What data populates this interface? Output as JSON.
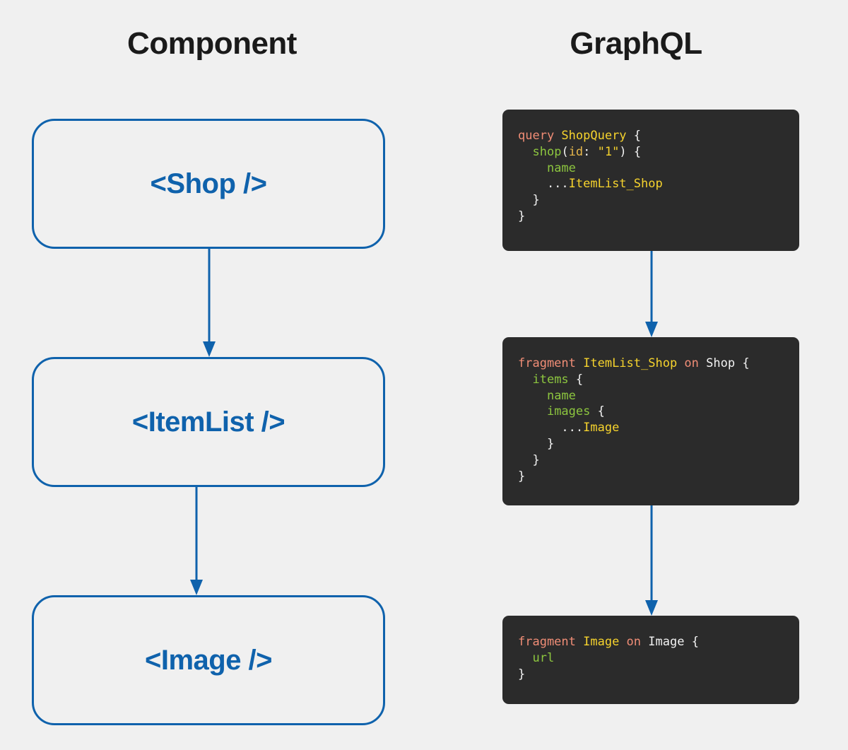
{
  "columns": {
    "left_heading": "Component",
    "right_heading": "GraphQL"
  },
  "colors": {
    "background": "#f0f0f0",
    "accent_blue": "#0f62ac",
    "heading_text": "#1a1a1a",
    "code_background": "#2b2b2b",
    "code_keyword": "#f08d76",
    "code_name": "#f6d32d",
    "code_field": "#8dc63f",
    "code_argument": "#e8b84b",
    "code_punctuation": "#f2f2f2"
  },
  "component_boxes": [
    {
      "label": "<Shop />"
    },
    {
      "label": "<ItemList />"
    },
    {
      "label": "<Image />"
    }
  ],
  "code_blocks": [
    {
      "name": "shop-query",
      "lines": [
        [
          {
            "t": "query ",
            "c": "key"
          },
          {
            "t": "ShopQuery",
            "c": "name"
          },
          {
            "t": " {",
            "c": "pun"
          }
        ],
        [
          {
            "t": "  ",
            "c": "pun"
          },
          {
            "t": "shop",
            "c": "fld"
          },
          {
            "t": "(",
            "c": "pun"
          },
          {
            "t": "id",
            "c": "arg"
          },
          {
            "t": ": ",
            "c": "pun"
          },
          {
            "t": "\"1\"",
            "c": "str"
          },
          {
            "t": ") {",
            "c": "pun"
          }
        ],
        [
          {
            "t": "    ",
            "c": "pun"
          },
          {
            "t": "name",
            "c": "fld"
          }
        ],
        [
          {
            "t": "    ...",
            "c": "pun"
          },
          {
            "t": "ItemList_Shop",
            "c": "name"
          }
        ],
        [
          {
            "t": "  }",
            "c": "pun"
          }
        ],
        [
          {
            "t": "}",
            "c": "pun"
          }
        ]
      ]
    },
    {
      "name": "itemlist-shop-fragment",
      "lines": [
        [
          {
            "t": "fragment ",
            "c": "key"
          },
          {
            "t": "ItemList_Shop",
            "c": "name"
          },
          {
            "t": " on ",
            "c": "key"
          },
          {
            "t": "Shop",
            "c": "type"
          },
          {
            "t": " {",
            "c": "pun"
          }
        ],
        [
          {
            "t": "  ",
            "c": "pun"
          },
          {
            "t": "items",
            "c": "fld"
          },
          {
            "t": " {",
            "c": "pun"
          }
        ],
        [
          {
            "t": "    ",
            "c": "pun"
          },
          {
            "t": "name",
            "c": "fld"
          }
        ],
        [
          {
            "t": "    ",
            "c": "pun"
          },
          {
            "t": "images",
            "c": "fld"
          },
          {
            "t": " {",
            "c": "pun"
          }
        ],
        [
          {
            "t": "      ...",
            "c": "pun"
          },
          {
            "t": "Image",
            "c": "name"
          }
        ],
        [
          {
            "t": "    }",
            "c": "pun"
          }
        ],
        [
          {
            "t": "  }",
            "c": "pun"
          }
        ],
        [
          {
            "t": "}",
            "c": "pun"
          }
        ]
      ]
    },
    {
      "name": "image-fragment",
      "lines": [
        [
          {
            "t": "fragment ",
            "c": "key"
          },
          {
            "t": "Image",
            "c": "name"
          },
          {
            "t": " on ",
            "c": "key"
          },
          {
            "t": "Image",
            "c": "type"
          },
          {
            "t": " {",
            "c": "pun"
          }
        ],
        [
          {
            "t": "  ",
            "c": "pun"
          },
          {
            "t": "url",
            "c": "fld"
          }
        ],
        [
          {
            "t": "}",
            "c": "pun"
          }
        ]
      ]
    }
  ],
  "arrows": [
    {
      "name": "shop-to-itemlist",
      "direction": "down"
    },
    {
      "name": "itemlist-to-image",
      "direction": "down"
    },
    {
      "name": "shopquery-to-itemlist-fragment",
      "direction": "down"
    },
    {
      "name": "itemlist-fragment-to-image-fragment",
      "direction": "down"
    }
  ]
}
